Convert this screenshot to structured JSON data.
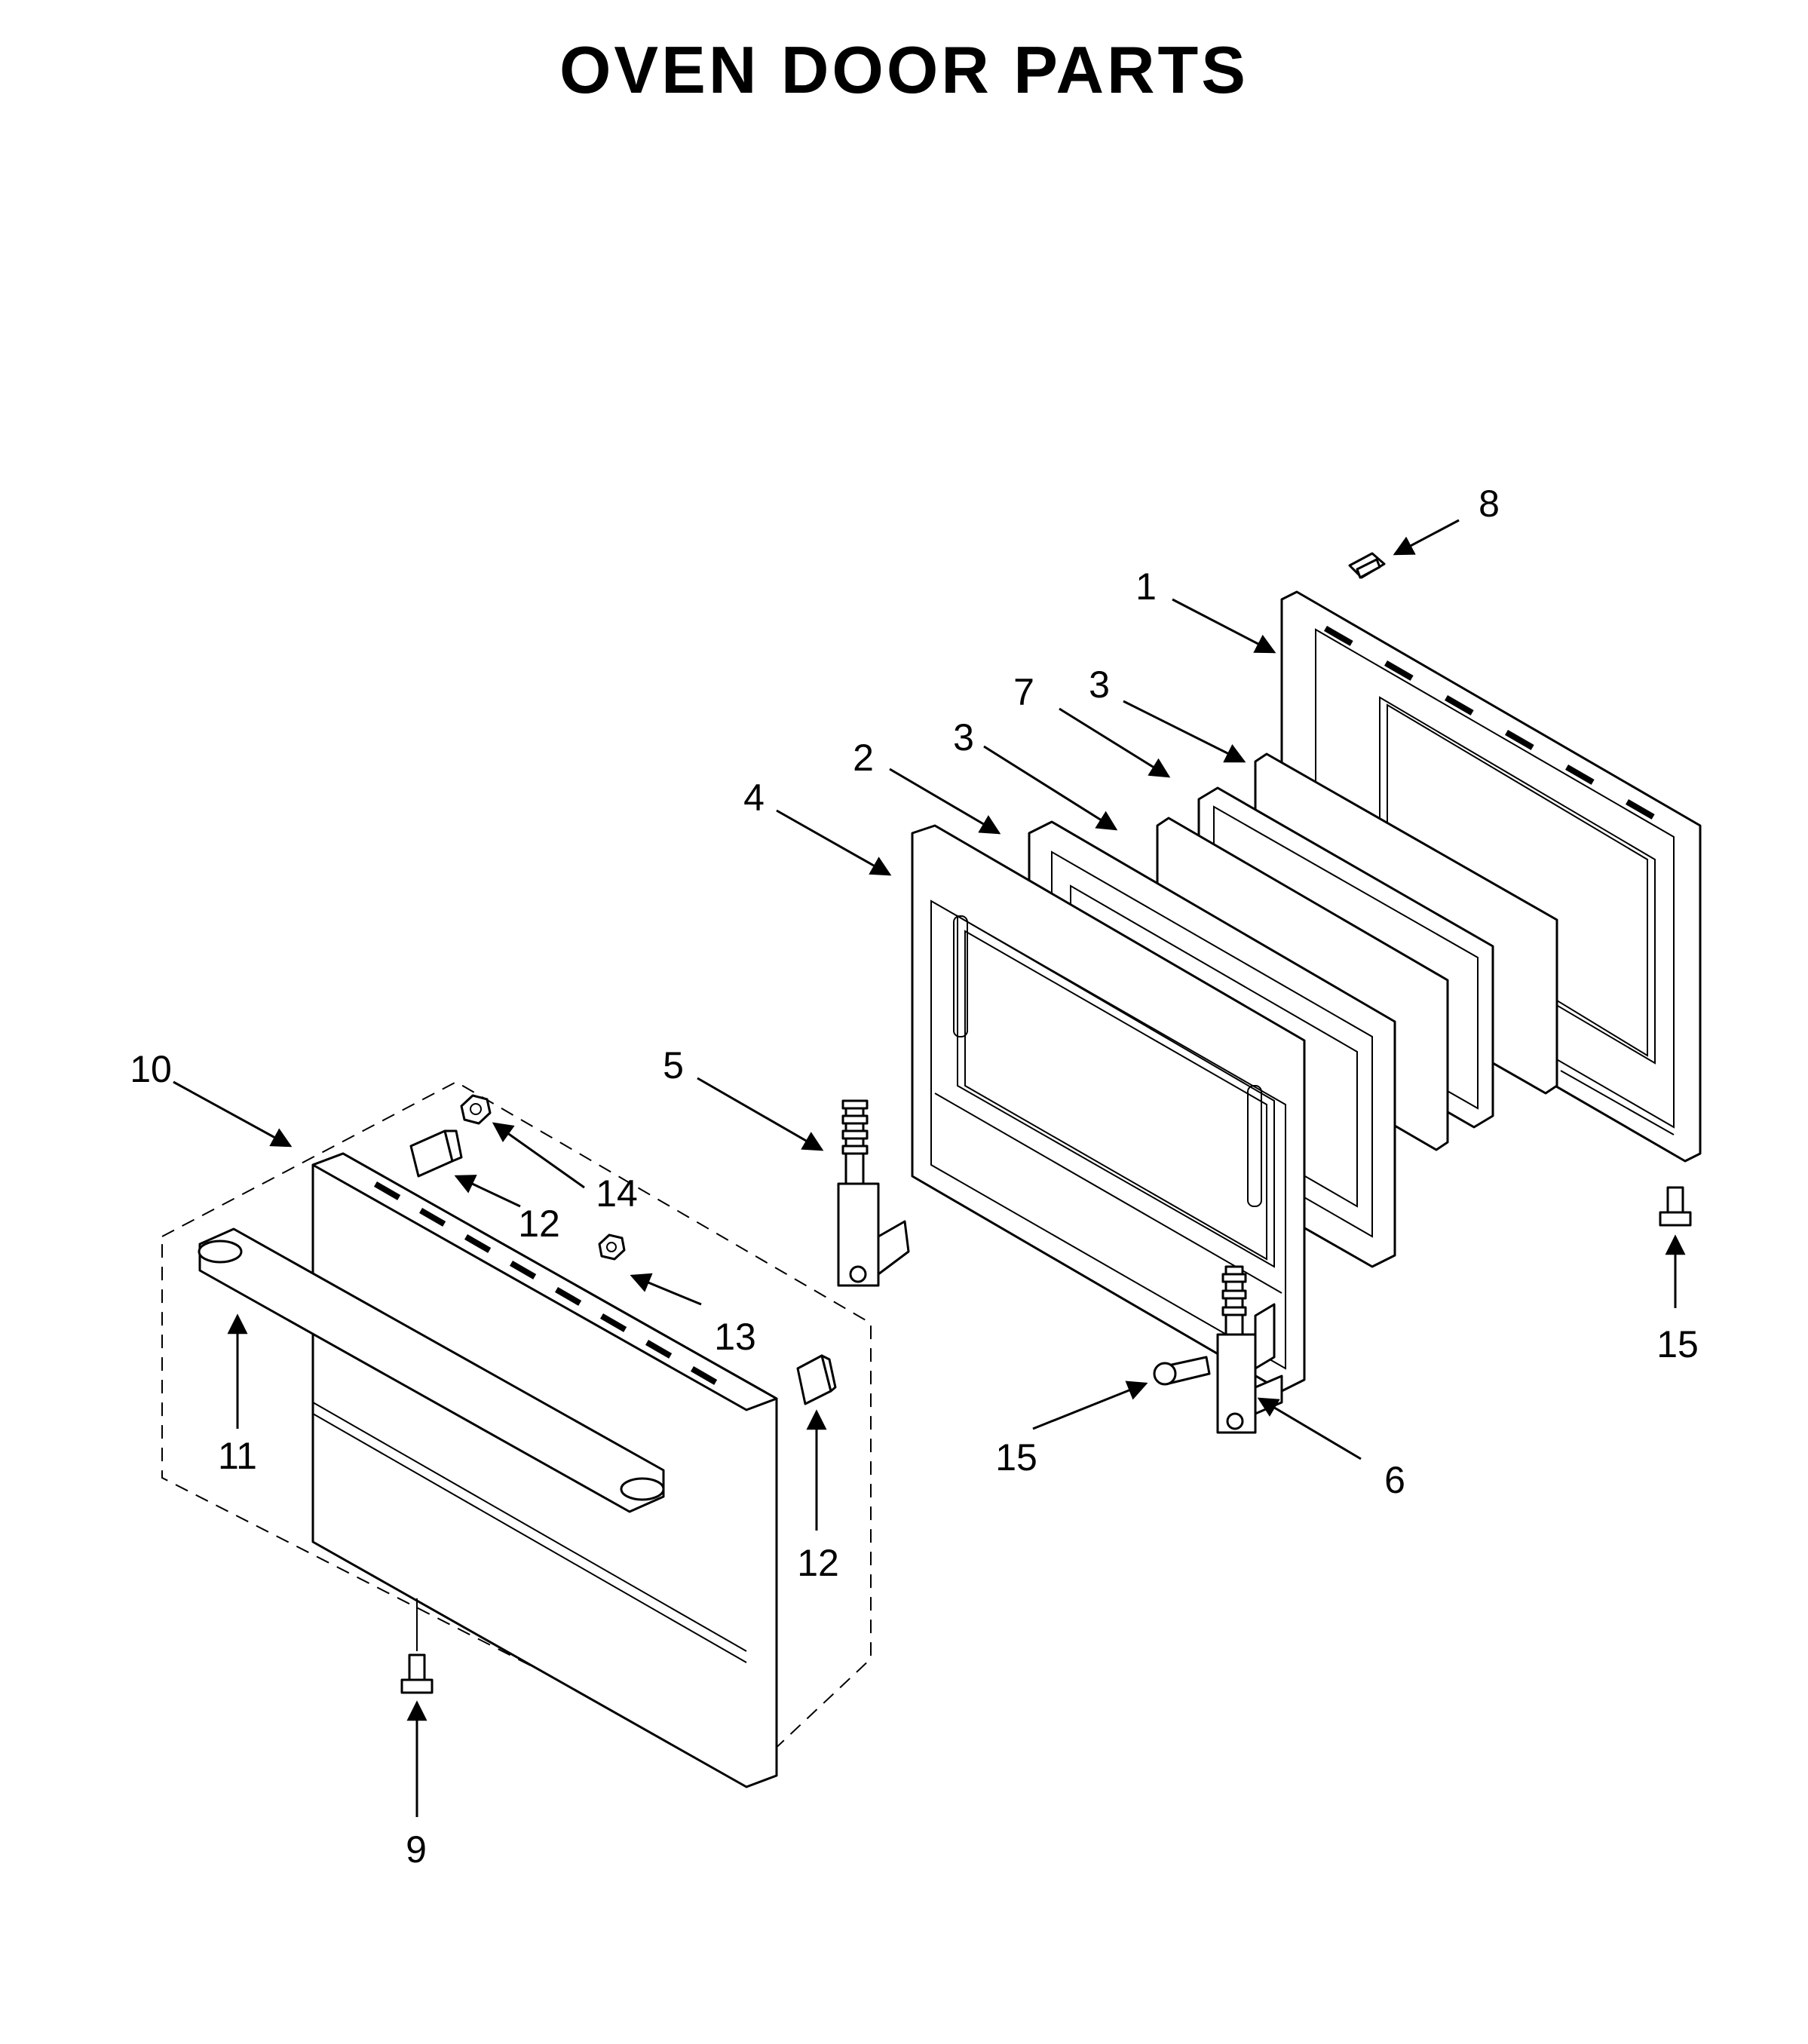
{
  "title": "OVEN DOOR PARTS",
  "callouts": {
    "c1": "1",
    "c2": "2",
    "c3a": "3",
    "c3b": "3",
    "c4": "4",
    "c5": "5",
    "c6": "6",
    "c7": "7",
    "c8": "8",
    "c9": "9",
    "c10": "10",
    "c11": "11",
    "c12a": "12",
    "c12b": "12",
    "c13": "13",
    "c14": "14",
    "c15a": "15",
    "c15b": "15"
  }
}
